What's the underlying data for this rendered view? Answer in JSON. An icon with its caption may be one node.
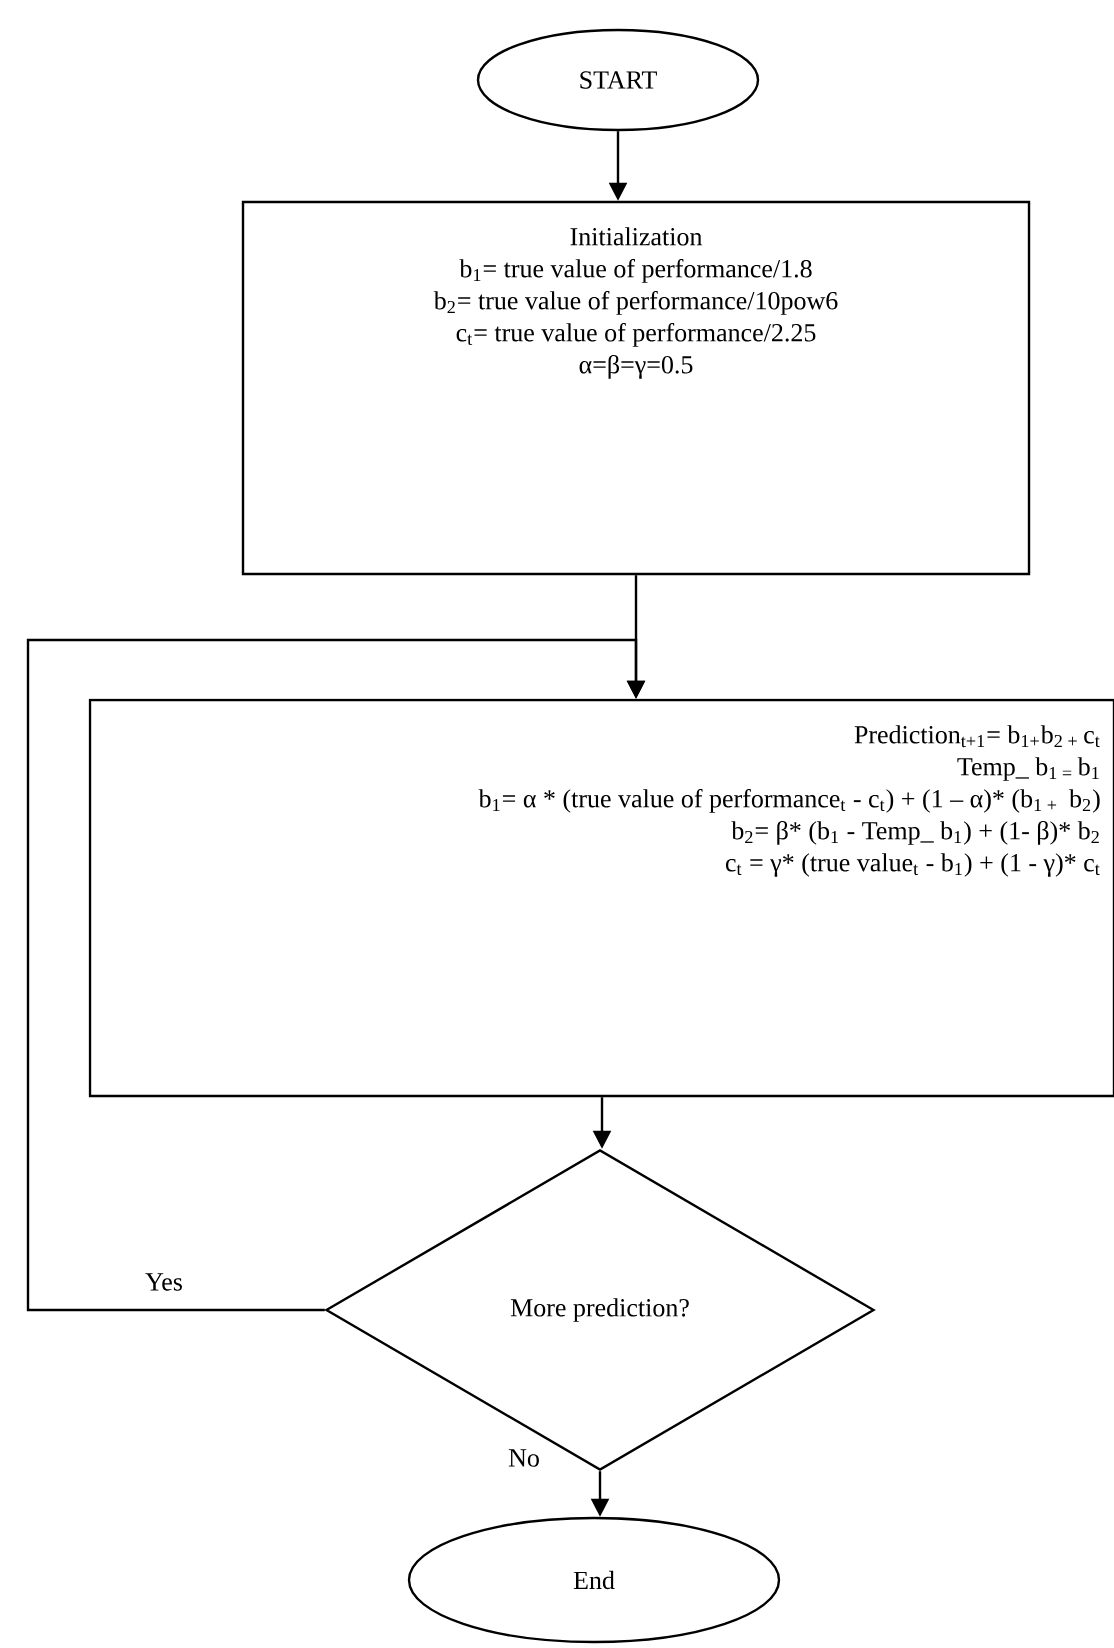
{
  "diagram": {
    "nodes": [
      {
        "text": [
          "START"
        ]
      },
      {
        "text": [
          "Initialization",
          "b$_{1}$= true value of performance/1.8",
          "b$_{2}$= true value of performance/10pow6",
          "c$_{t}$= true value of performance/2.25",
          "α=β=γ=0.5"
        ]
      },
      {
        "text": [
          "Prediction$_{t+1}$= b$_{1+}$b$_{2 + }$c$_{t}$",
          "Temp_ b$_{1 = }$b$_{1}$",
          "b$_{1}$= α * (true value of performance$_{t}$ - c$_{t}$) + (1 – α)* (b$_{1 + }$ b$_{2}$)",
          "b$_{2}$= β* (b$_{1}$ - Temp_ b$_{1}$) + (1- β)* b$_{2}$",
          "c$_{t}$ = γ* (true value$_{t}$ - b$_{1}$) + (1 - γ)* c$_{t}$"
        ]
      },
      {
        "text": [
          "More prediction?"
        ]
      },
      {
        "text": [
          "End"
        ]
      }
    ],
    "edges": [
      {
        "from": 0,
        "to": 1,
        "arrow": "to"
      },
      {
        "from": 1,
        "to": 2,
        "arrow": "to"
      },
      {
        "from": 2,
        "to": 3,
        "arrow": "to"
      },
      {
        "from": 3,
        "to": 2,
        "arrow": "to",
        "label": "Yes"
      },
      {
        "from": 3,
        "to": 4,
        "arrow": "to",
        "label": "No"
      }
    ]
  }
}
